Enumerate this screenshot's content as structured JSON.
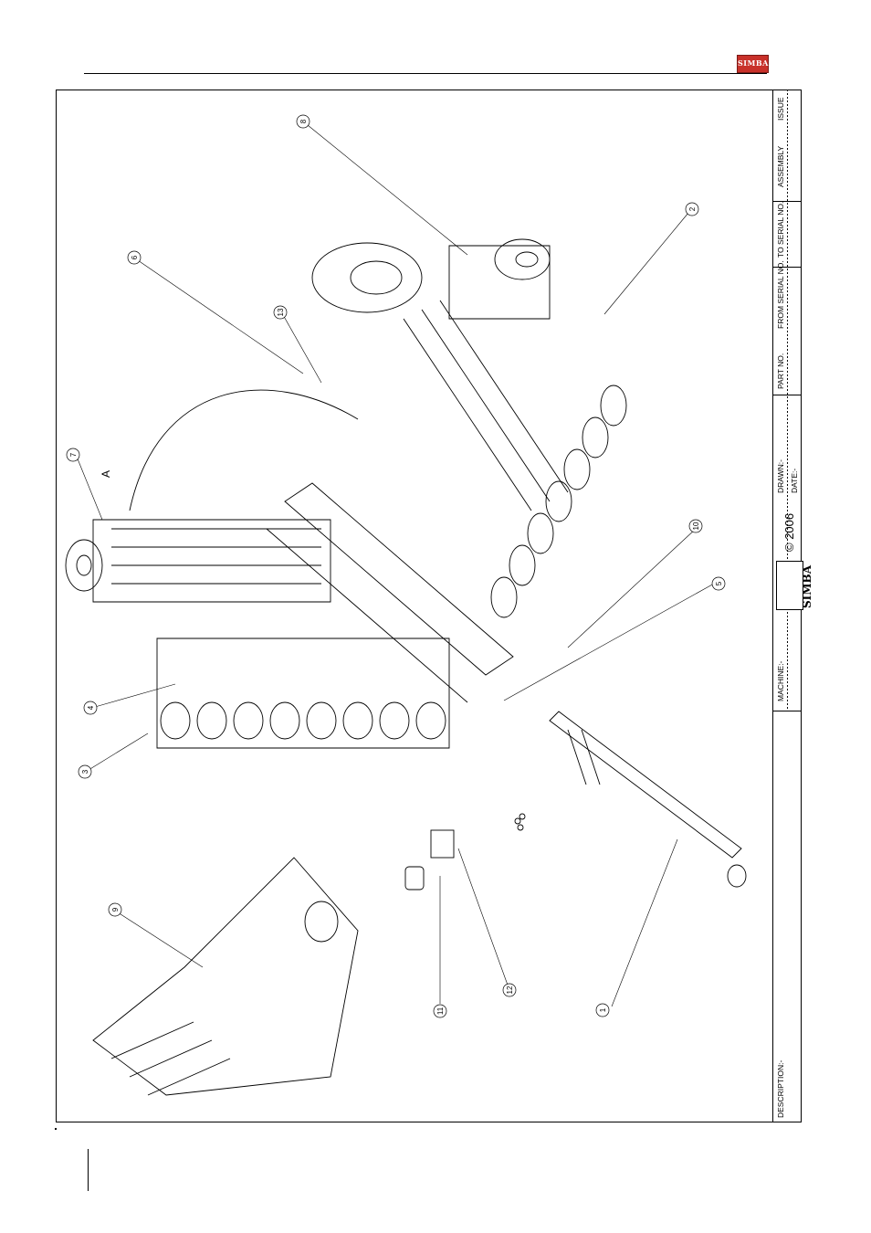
{
  "header": {
    "logo_text": "SIMBA"
  },
  "title_block": {
    "issue": "ISSUE",
    "assembly": "ASSEMBLY",
    "to_serial": "TO SERIAL NO.",
    "from_serial": "FROM SERIAL NO.",
    "part_no": "PART NO.",
    "drawn": "DRAWN:-",
    "date": "DATE:-",
    "copyright": "© 2006",
    "simba": "SIMBA",
    "machine": "MACHINE:-",
    "description": "DESCRIPTION:-"
  },
  "diagram": {
    "view_label": "A",
    "balloons": [
      "1",
      "2",
      "3",
      "4",
      "5",
      "6",
      "7",
      "8",
      "9",
      "10",
      "11",
      "12",
      "13"
    ]
  },
  "colors": {
    "logo": "#c8312a",
    "line": "#000000"
  }
}
